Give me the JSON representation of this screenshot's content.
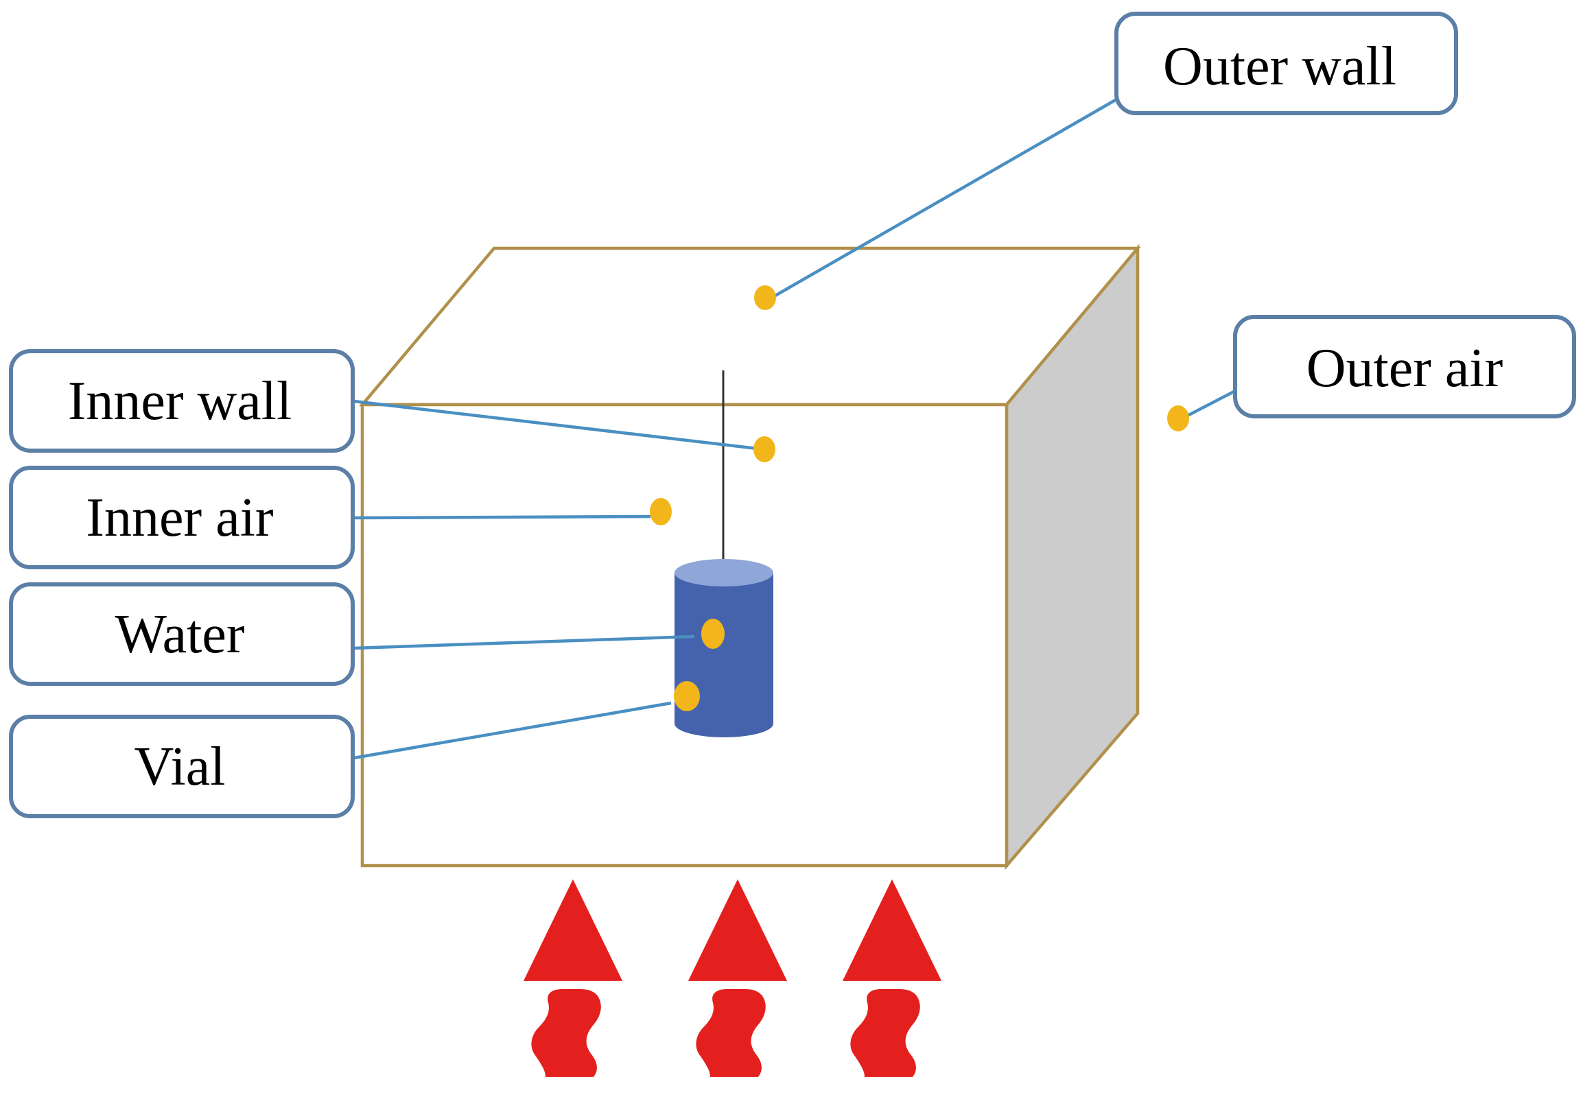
{
  "labels": {
    "outer_wall": "Outer wall",
    "outer_air": "Outer air",
    "inner_wall": "Inner wall",
    "inner_air": "Inner air",
    "water": "Water",
    "vial": "Vial"
  },
  "colors": {
    "label_border": "#5b7fa6",
    "leader_line": "#4a8fc2",
    "sensor_dot": "#f2b61a",
    "box_edge": "#b0904a",
    "box_side": "#cccccc",
    "vial_body": "#4463ac",
    "vial_top": "#8fa6d8",
    "heat_arrow": "#e4201f"
  },
  "icons": {
    "heat_source": "heat-arrow-icon",
    "sensor": "sensor-dot-icon"
  }
}
